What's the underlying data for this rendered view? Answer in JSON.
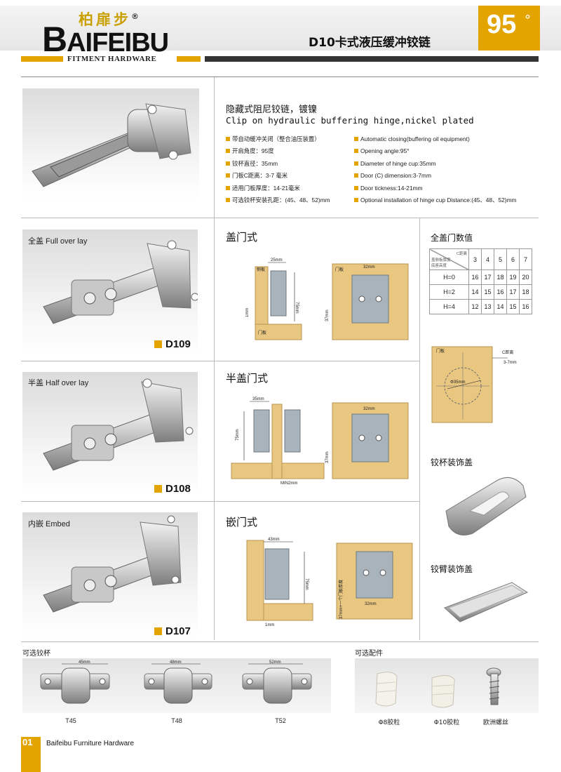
{
  "header": {
    "brand_cn": "柏扉步",
    "registered": "®",
    "brand_logo_first": "B",
    "brand_logo_rest": "AIFEIBU",
    "subtitle": "FITMENT HARDWARE",
    "product_title": "D10卡式液压缓冲铰链",
    "angle": "95",
    "angle_unit": "°"
  },
  "intro": {
    "title_cn": "隐藏式阻尼铰链，镀镍",
    "title_en": "Clip on hydraulic buffering hinge,nickel plated",
    "specs_cn": [
      "带自动缓冲关闭（整合油压装置）",
      "开启角度：95度",
      "铰杯直径：35mm",
      "门板C距离：3-7 毫米",
      "适用门板厚度：14-21毫米",
      "可选铰杯安装孔距：(45、48、52)mm"
    ],
    "specs_en": [
      "Automatic closing(buffering oil equipment)",
      "Opening angle:95°",
      "Diameter of hinge cup:35mm",
      "Door (C) dimension:3-7mm",
      "Door tickness:14-21mm",
      "Optional installation of hinge cup Distance:(45、48、52)mm"
    ]
  },
  "variants": [
    {
      "label": "全盖 Full over lay",
      "code": "D109",
      "style_title": "盖门式",
      "dims": {
        "a": "侧板",
        "b": "25mm",
        "c": "75mm",
        "d": "1mm",
        "e": "门板",
        "f": "门板",
        "g": "32mm",
        "h": "37mm"
      }
    },
    {
      "label": "半盖 Half over lay",
      "code": "D108",
      "style_title": "半盖门式",
      "dims": {
        "b": "35mm",
        "c": "75mm",
        "d": "MIN2mm",
        "g": "32mm",
        "h": "37mm"
      }
    },
    {
      "label": "内嵌 Embed",
      "code": "D107",
      "style_title": "嵌门式",
      "dims": {
        "b": "43mm",
        "c": "75mm",
        "d": "1mm",
        "g": "32mm",
        "h": "37mm+一个门板厚度"
      }
    }
  ],
  "door_values": {
    "title": "全盖门数值",
    "corner_top": "C距离",
    "corner_mid": "盖侧板厚度",
    "corner_bottom": "底座高度",
    "columns": [
      "3",
      "4",
      "5",
      "6",
      "7"
    ],
    "rows": [
      {
        "label": "H=0",
        "values": [
          "16",
          "17",
          "18",
          "19",
          "20"
        ]
      },
      {
        "label": "H=2",
        "values": [
          "14",
          "15",
          "16",
          "17",
          "18"
        ]
      },
      {
        "label": "H=4",
        "values": [
          "12",
          "13",
          "14",
          "15",
          "16"
        ]
      }
    ]
  },
  "cup_diagram": {
    "door": "门板",
    "c_label": "C距离",
    "c_value": "3-7mm",
    "diameter": "Φ35mm"
  },
  "cup_cover": {
    "title": "铰杯装饰盖"
  },
  "arm_cover": {
    "title": "铰臂装饰盖"
  },
  "optional_cups": {
    "title": "可选铰杯",
    "items": [
      {
        "dim": "45mm",
        "label": "T45"
      },
      {
        "dim": "48mm",
        "label": "T48"
      },
      {
        "dim": "52mm",
        "label": "T52"
      }
    ]
  },
  "accessories": {
    "title": "可选配件",
    "items": [
      {
        "label": "Φ8胶粒"
      },
      {
        "label": "Φ10胶粒"
      },
      {
        "label": "欧洲螺丝"
      }
    ]
  },
  "footer": {
    "page": "01",
    "text": "Baifeibu Furniture Hardware"
  },
  "colors": {
    "accent": "#e3a400",
    "dark": "#333333",
    "wood": "#e9c781"
  }
}
